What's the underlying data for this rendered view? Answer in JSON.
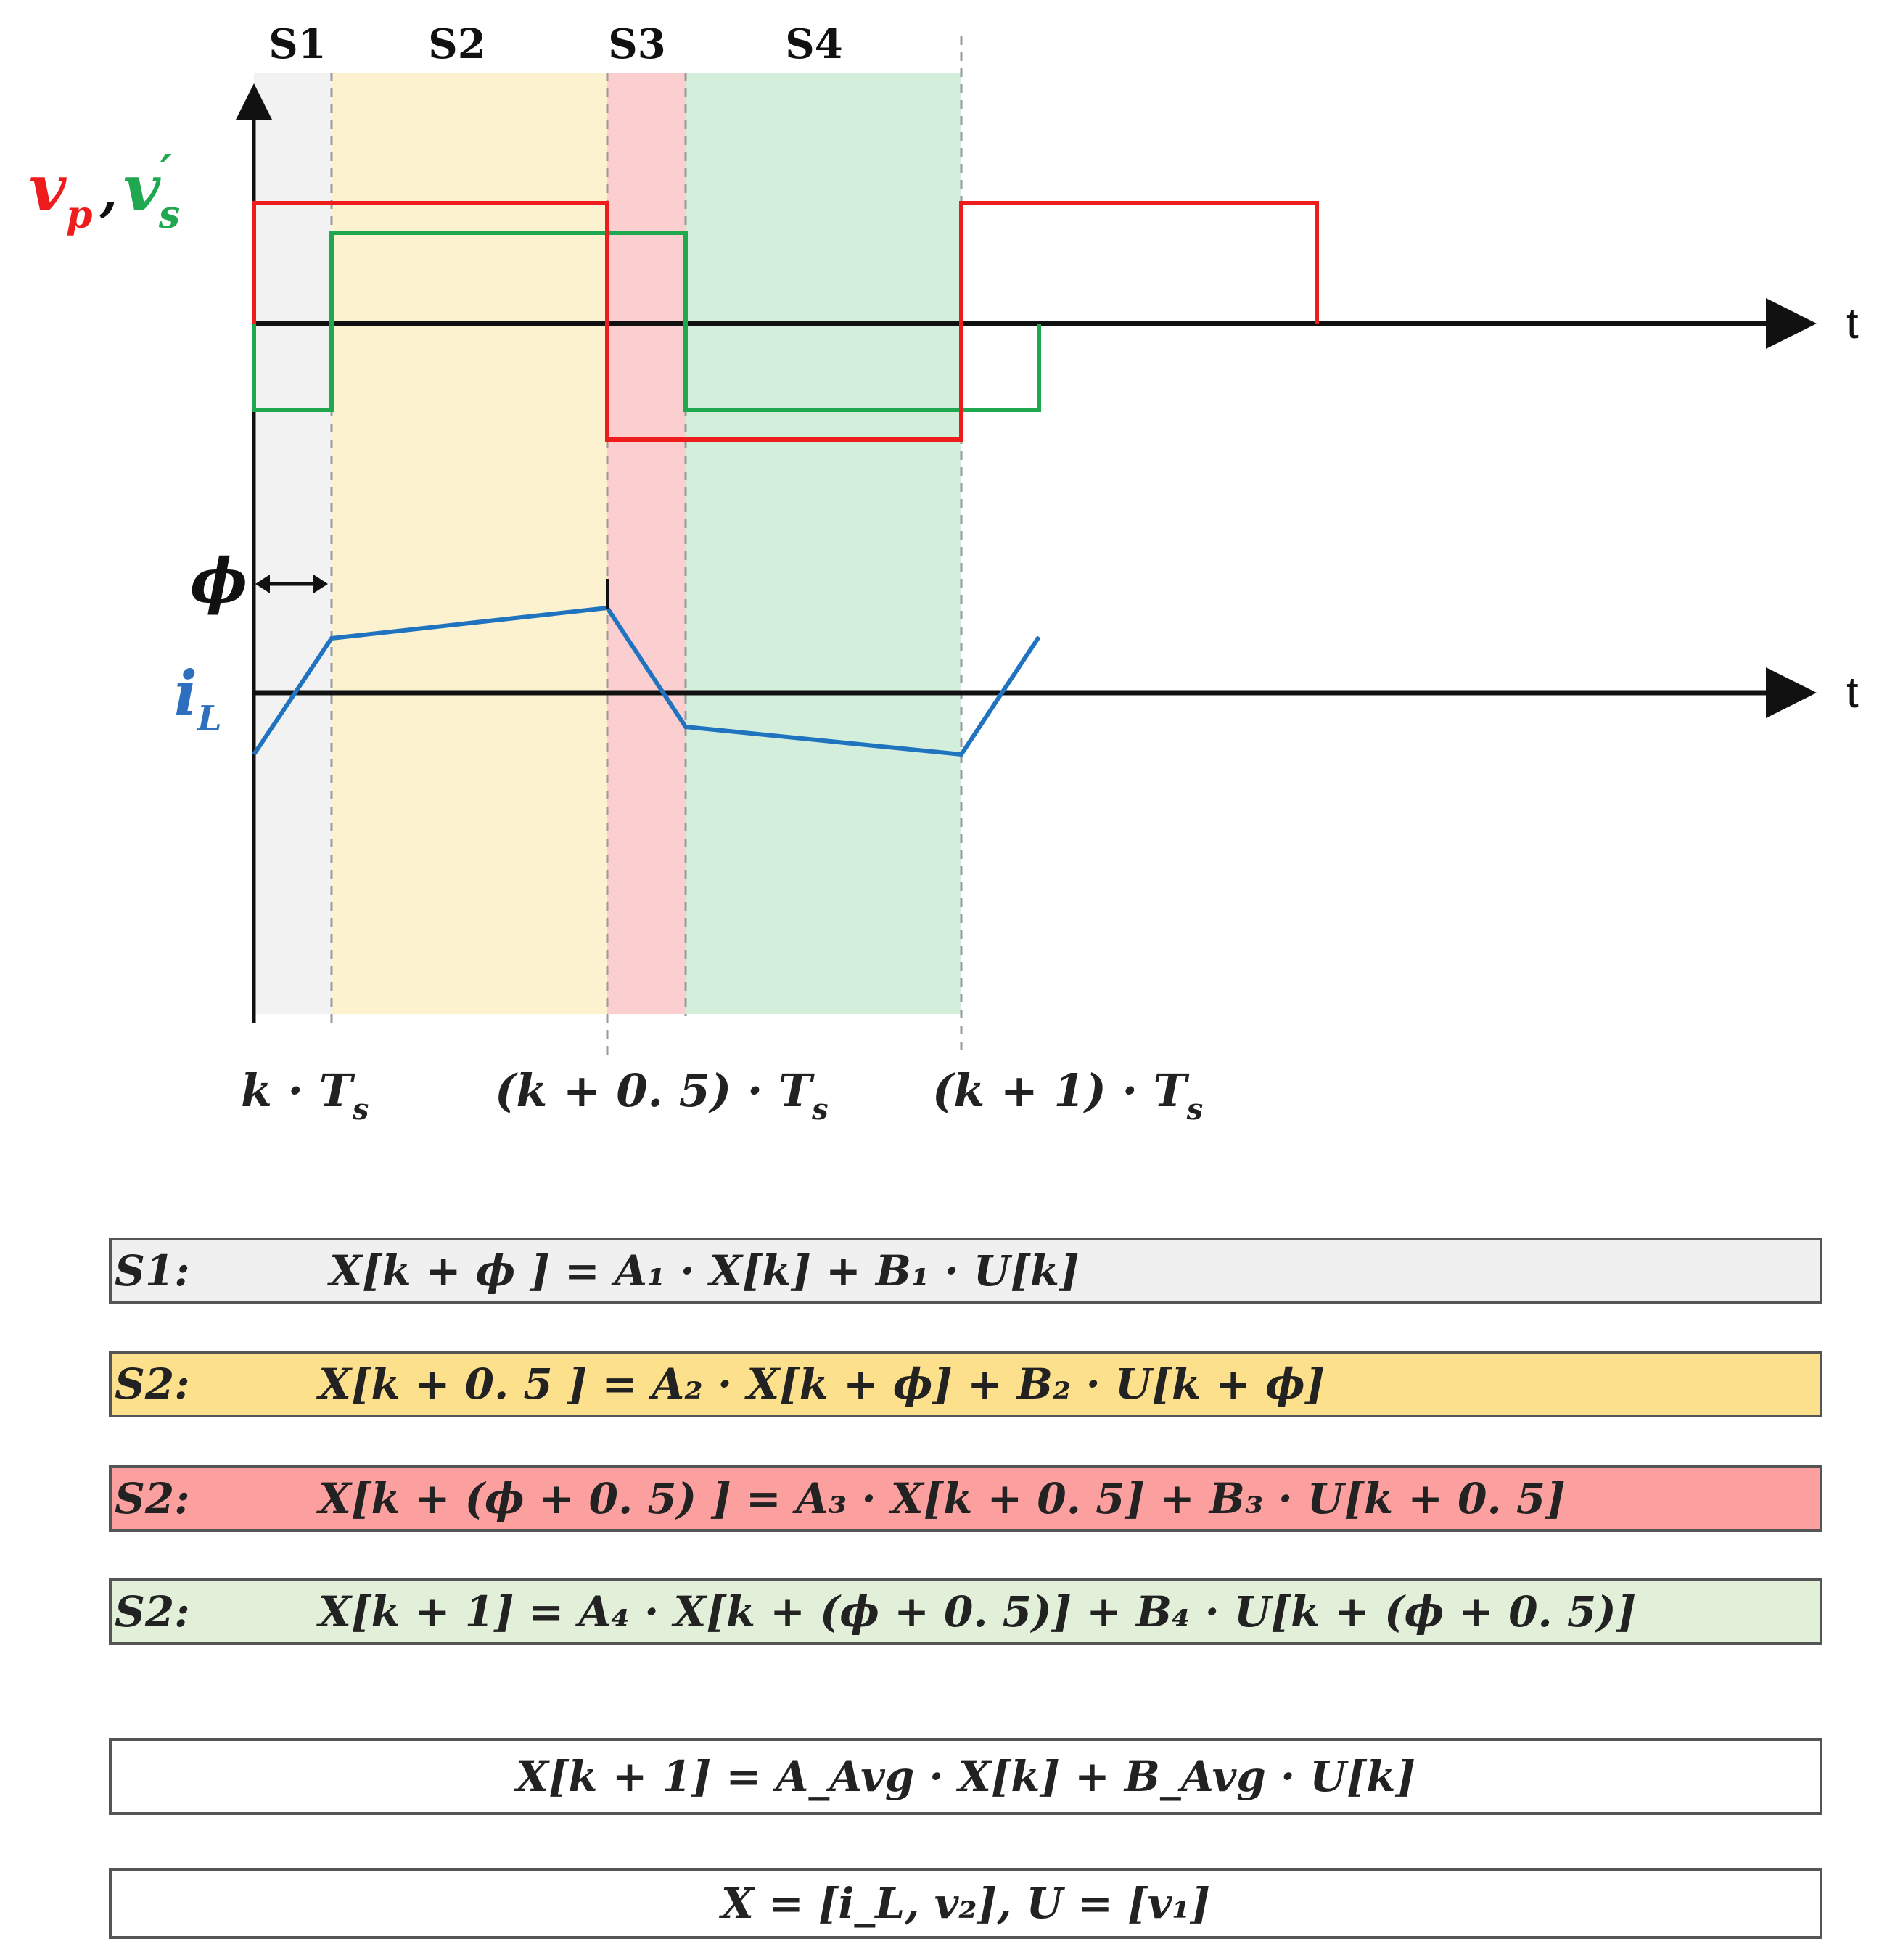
{
  "segments": [
    {
      "label": "S1",
      "color": "#f2f2f2"
    },
    {
      "label": "S2",
      "color": "#fcf2d0"
    },
    {
      "label": "S3",
      "color": "#fbcfcf"
    },
    {
      "label": "S4",
      "color": "#d3efdc"
    }
  ],
  "axis_labels": {
    "voltage_vp": "v",
    "voltage_vp_sub": "p",
    "comma": ",",
    "voltage_vs": "v",
    "voltage_vs_prime": "′",
    "voltage_vs_sub": "s",
    "time_upper": "t",
    "time_lower": "t",
    "phi": "ϕ",
    "current": "i",
    "current_sub": "L"
  },
  "time_ticks": [
    {
      "pre": "k · T",
      "sub": "s"
    },
    {
      "pre": "(k + 0. 5) · T",
      "sub": "s"
    },
    {
      "pre": "(k + 1) · T",
      "sub": "s"
    }
  ],
  "colors": {
    "vp": "#ee1c1c",
    "vs": "#1fa84f",
    "iL": "#1f73bf",
    "phi_label": "#111111",
    "iL_label": "#2e6fc0"
  },
  "equations": [
    {
      "label": "S1:",
      "equation": "X[k + ϕ ] = A₁ · X[k] + B₁ · U[k]",
      "color": "#f0f0f0"
    },
    {
      "label": "S2:",
      "equation": "X[k + 0. 5 ] = A₂ · X[k + ϕ] + B₂ · U[k + ϕ]",
      "color": "#fde08c"
    },
    {
      "label": "S2:",
      "equation": "X[k + (ϕ + 0. 5) ] = A₃ · X[k + 0. 5] + B₃ · U[k + 0. 5]",
      "color": "#fb9f9f"
    },
    {
      "label": "S2:",
      "equation": "X[k + 1] = A₄ · X[k + (ϕ + 0. 5)] + B₄ · U[k + (ϕ + 0. 5)]",
      "color": "#e2efd9"
    }
  ],
  "summary": {
    "averaged": "X[k + 1] = A_Avg · X[k] + B_Avg · U[k]",
    "vectors": "X = [i_L, v₂],        U = [v₁]"
  }
}
